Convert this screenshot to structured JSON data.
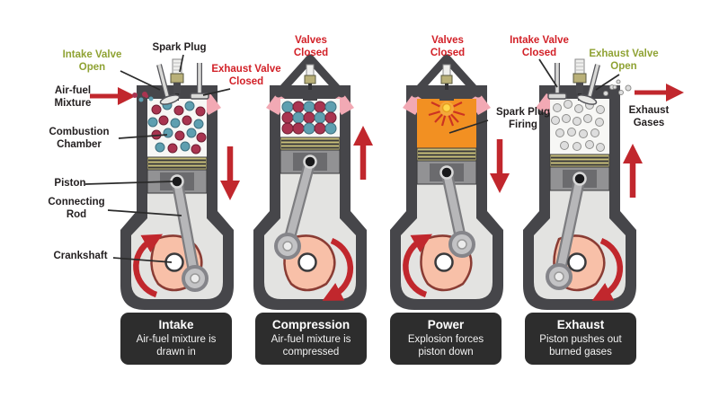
{
  "diagram": {
    "subject": "Four stroke engine cycle",
    "colors": {
      "label_red": "#d22027",
      "label_olive": "#8fa233",
      "label_black": "#231f20",
      "arrow_red": "#c1272d",
      "engine_body_gray": "#46464a",
      "port_pink": "#f2a9b4",
      "fuel_dot_red": "#a93450",
      "fuel_dot_teal": "#5e9fb0",
      "burned_gas_gray": "#dedede",
      "explosion_orange": "#f29022",
      "piston_ring_khaki": "#c9c07a",
      "crank_peach": "#f8c0a8",
      "caption_bg": "#2d2d2d",
      "caption_text": "#ffffff"
    }
  },
  "callouts": {
    "intake_valve_open": "Intake Valve Open",
    "spark_plug": "Spark Plug",
    "exhaust_valve_closed": "Exhaust Valve Closed",
    "air_fuel_mixture": "Air-fuel Mixture",
    "combustion_chamber": "Combustion Chamber",
    "piston": "Piston",
    "connecting_rod": "Connecting Rod",
    "crankshaft": "Crankshaft",
    "valves_closed_compression": "Valves Closed",
    "valves_closed_power": "Valves Closed",
    "spark_plug_firing": "Spark Plug Firing",
    "intake_valve_closed": "Intake Valve Closed",
    "exhaust_valve_open": "Exhaust Valve Open",
    "exhaust_gases": "Exhaust Gases"
  },
  "strokes": [
    {
      "title": "Intake",
      "description": "Air-fuel mixture is drawn in",
      "piston_motion": "down"
    },
    {
      "title": "Compression",
      "description": "Air-fuel mixture is compressed",
      "piston_motion": "up"
    },
    {
      "title": "Power",
      "description": "Explosion forces piston down",
      "piston_motion": "down"
    },
    {
      "title": "Exhaust",
      "description": "Piston pushes out burned gases",
      "piston_motion": "up"
    }
  ]
}
